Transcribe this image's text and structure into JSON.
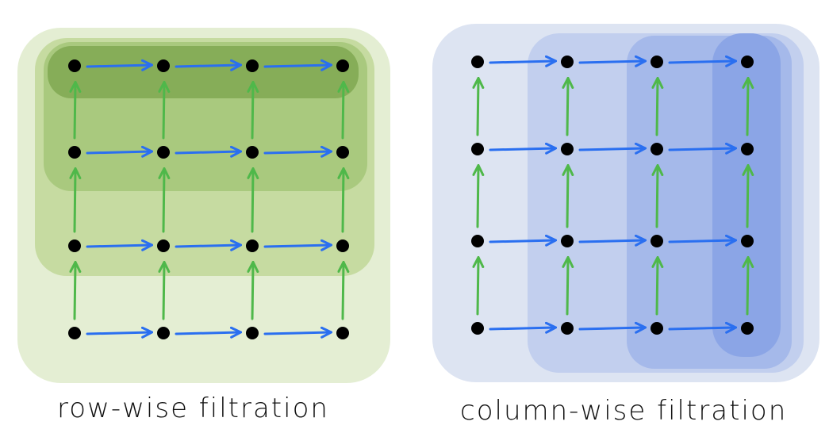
{
  "captions": {
    "left": "row-wise filtration",
    "right": "column-wise filtration"
  },
  "grid": {
    "rows": 4,
    "cols": 4
  },
  "colors": {
    "dot": "#000000",
    "horizontal_arrow": "#2a6ff0",
    "vertical_arrow": "#4fb84a",
    "green_bands": [
      "#e4eed3",
      "#c6dba1",
      "#a9c97e",
      "#86ad58"
    ],
    "blue_bands": [
      "#dde4f2",
      "#c2cfee",
      "#a5b9ea",
      "#8ba5e6"
    ]
  }
}
